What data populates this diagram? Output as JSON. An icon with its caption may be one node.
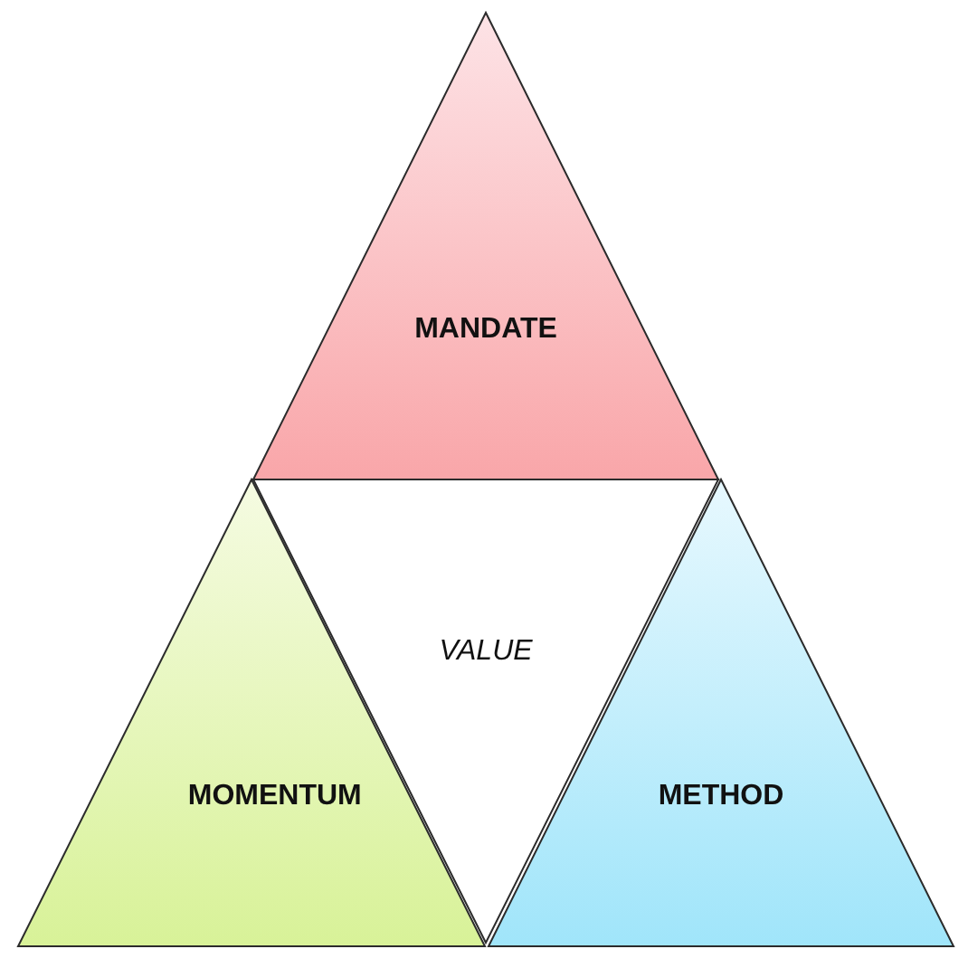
{
  "diagram": {
    "nodes": [
      {
        "text": [
          "MANDATE"
        ]
      },
      {
        "text": [
          "VALUE"
        ]
      },
      {
        "text": [
          "MOMENTUM"
        ]
      },
      {
        "text": [
          "METHOD"
        ]
      }
    ]
  }
}
